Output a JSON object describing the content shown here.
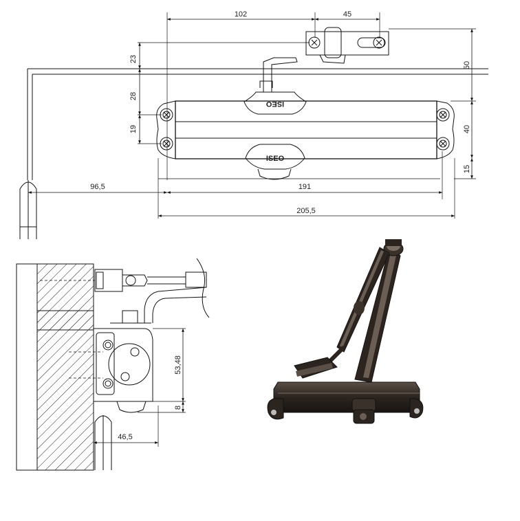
{
  "brand": "ISEO",
  "brand_mirrored": "ISEO",
  "dimensions": {
    "arm_length": "102",
    "bracket_slot": "45",
    "bracket_to_body": "23",
    "body_to_bracket": "28",
    "hole_spacing_v": "19",
    "overall_height": "50",
    "body_height": "40",
    "bottom_offset": "15",
    "hinge_to_body": "96,5",
    "hole_spacing_h": "191",
    "overall_length": "205,5",
    "side_height": "53,48",
    "side_bottom": "8",
    "side_offset": "46,5"
  },
  "colors": {
    "line": "#111111",
    "hatch": "#222222",
    "product_body": "#2b241f",
    "product_highlight": "#6b5f55"
  }
}
